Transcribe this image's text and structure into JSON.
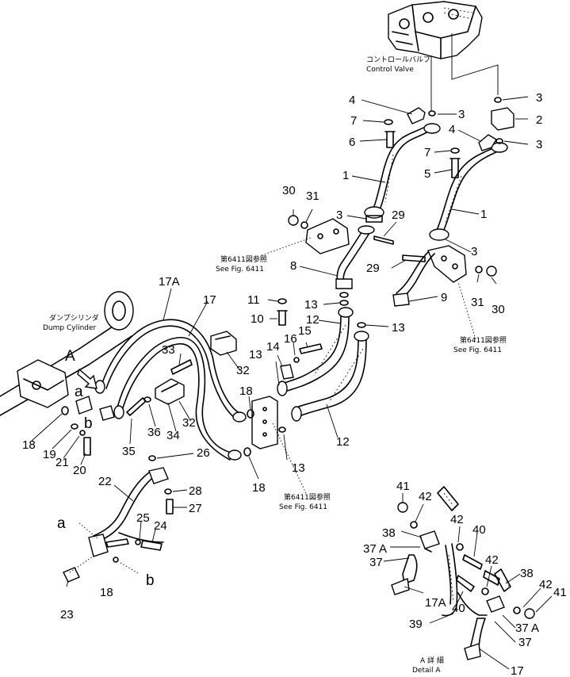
{
  "notes": {
    "control_valve_jp": "コントロールバルブ",
    "control_valve_en": "Control Valve",
    "dump_cylinder_jp": "ダンプシリンダ",
    "dump_cylinder_en": "Dump Cylinder",
    "fig_jp": "第6411図参照",
    "fig_en": "See Fig. 6411",
    "detail_jp": "A 詳 細",
    "detail_en": "Detail A"
  },
  "letters": {
    "A": "A",
    "a": "a",
    "b": "b"
  },
  "callouts": {
    "p1": "1",
    "p2": "2",
    "p3": "3",
    "p4": "4",
    "p5": "5",
    "p6": "6",
    "p7": "7",
    "p8": "8",
    "p9": "9",
    "p10": "10",
    "p11": "11",
    "p12": "12",
    "p13": "13",
    "p14": "14",
    "p15": "15",
    "p16": "16",
    "p17": "17",
    "p17A": "17A",
    "p18": "18",
    "p19": "19",
    "p20": "20",
    "p21": "21",
    "p22": "22",
    "p23": "23",
    "p24": "24",
    "p25": "25",
    "p26": "26",
    "p27": "27",
    "p28": "28",
    "p29": "29",
    "p30": "30",
    "p31": "31",
    "p32": "32",
    "p33": "33",
    "p34": "34",
    "p35": "35",
    "p36": "36",
    "p37": "37",
    "p37A": "37 A",
    "p38": "38",
    "p39": "39",
    "p40": "40",
    "p41": "41",
    "p42": "42"
  }
}
